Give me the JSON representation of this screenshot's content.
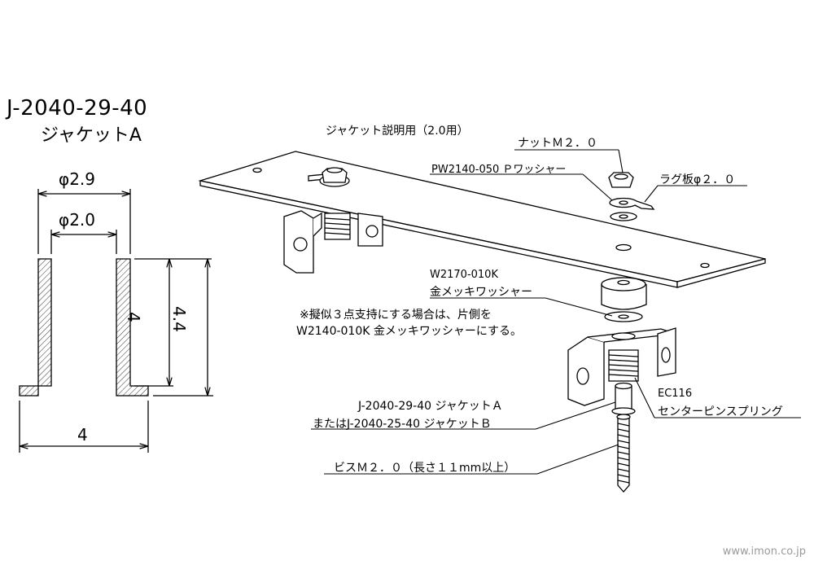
{
  "part": {
    "code": "J-2040-29-40",
    "name": "ジャケットA"
  },
  "dimensions": {
    "outer_dia": "φ2.9",
    "inner_dia": "φ2.0",
    "height": "4",
    "total_height": "4.4",
    "flange_width": "4"
  },
  "assembly": {
    "plate_label": "ジャケット説明用（2.0用）",
    "nut": "ナットＭ２．０",
    "pwasher": "PW2140-050 Ｐワッシャー",
    "lug": "ラグ板φ２．０",
    "gold_washer_code": "W2170-010K",
    "gold_washer_name": "金メッキワッシャー",
    "note_line1": "※擬似３点支持にする場合は、片側を",
    "note_line2": "W2140-010K 金メッキワッシャーにする。",
    "jacket_a": "J-2040-29-40 ジャケットＡ",
    "jacket_b": "またはJ-2040-25-40 ジャケットＢ",
    "spring_code": "EC116",
    "spring_name": "センターピンスプリング",
    "screw": "ビスＭ２．０（長さ１１mm以上）"
  },
  "watermark": "www.imon.co.jp"
}
